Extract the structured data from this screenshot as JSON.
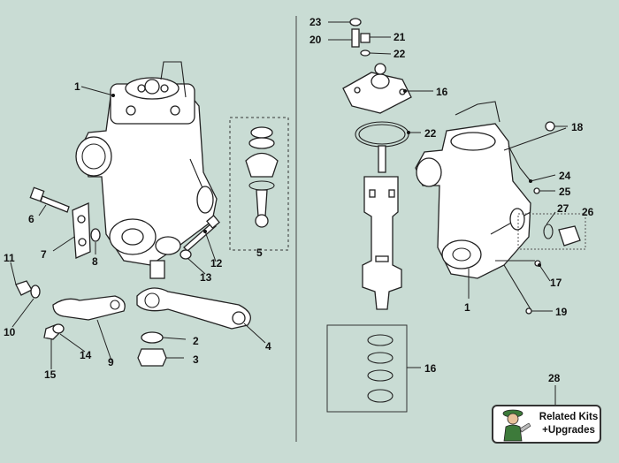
{
  "diagram": {
    "left_callouts": [
      "1",
      "6",
      "7",
      "8",
      "11",
      "10",
      "15",
      "14",
      "9",
      "12",
      "13",
      "5",
      "2",
      "3",
      "4"
    ],
    "right_callouts": [
      "23",
      "20",
      "21",
      "22",
      "16",
      "22",
      "18",
      "24",
      "25",
      "27",
      "26",
      "17",
      "1",
      "19",
      "16",
      "28"
    ]
  },
  "kit_badge": {
    "line1": "Related Kits",
    "line2": "+Upgrades"
  },
  "colors": {
    "background": "#c9dcd4",
    "line": "#222222",
    "part_fill": "#ffffff"
  }
}
